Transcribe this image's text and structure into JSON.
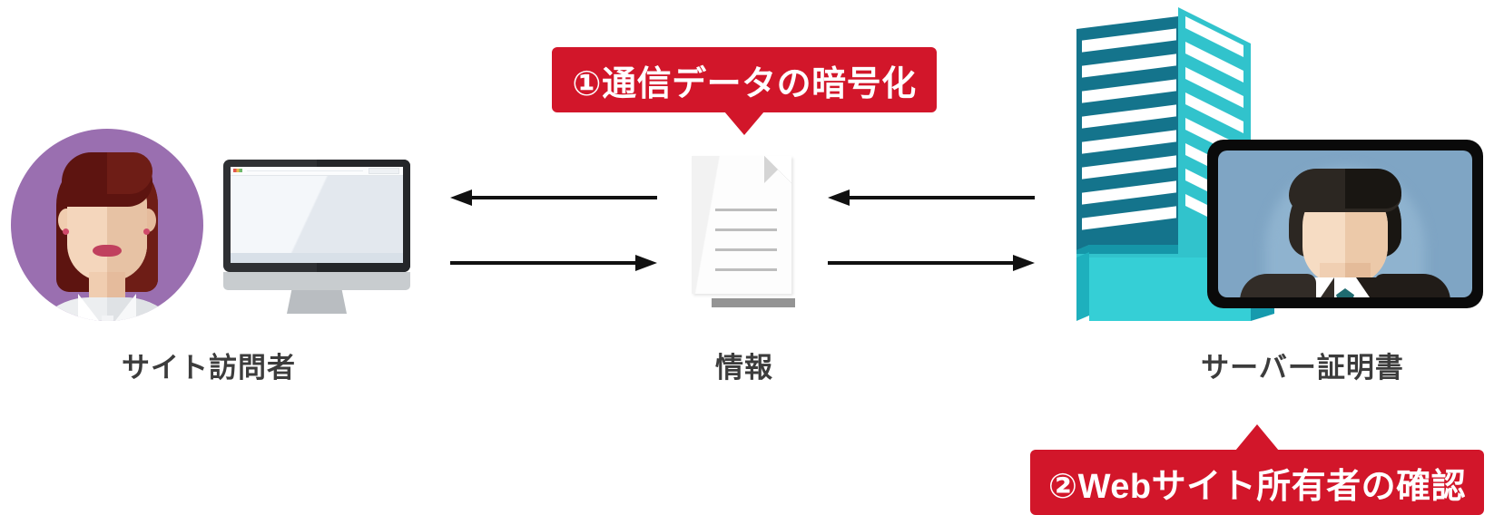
{
  "diagram": {
    "title": "SSL/TLS server certificate diagram",
    "accent_red": "#d2162a",
    "building_teal_dark": "#14748c",
    "building_teal_light": "#31c3cc",
    "avatar_purple": "#9a6fb0",
    "caption_color": "#3c3c3c"
  },
  "callouts": [
    {
      "id": "encryption",
      "text": "①通信データの暗号化",
      "pointer": "down"
    },
    {
      "id": "owner-verification",
      "text": "②Webサイト所有者の確認",
      "pointer": "up"
    }
  ],
  "captions": {
    "visitor": "サイト訪問者",
    "information": "情報",
    "certificate": "サーバー証明書"
  },
  "icons": {
    "visitor_avatar": "woman-avatar-icon",
    "monitor": "desktop-monitor-icon",
    "document": "document-icon",
    "building": "office-building-icon",
    "portrait": "id-photo-portrait-icon"
  },
  "arrows": [
    {
      "id": "left-top",
      "direction": "left"
    },
    {
      "id": "left-bottom",
      "direction": "right"
    },
    {
      "id": "right-top",
      "direction": "left"
    },
    {
      "id": "right-bottom",
      "direction": "right"
    }
  ]
}
